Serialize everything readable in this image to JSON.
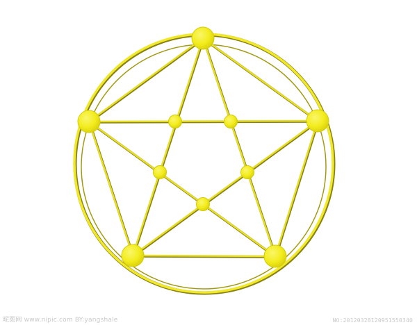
{
  "figure": {
    "shape": "pentagram-in-circle",
    "stroke_color": "#e6de2a",
    "stroke_shadow_color": "#8a8210",
    "node_fill_color": "#f2ec1c",
    "outer_node_count": 5,
    "inner_node_count": 5
  },
  "watermark": {
    "left_text": "昵图网 www.nipic.com    BY:yangshale",
    "right_text": "NO:20120328120951550340"
  }
}
